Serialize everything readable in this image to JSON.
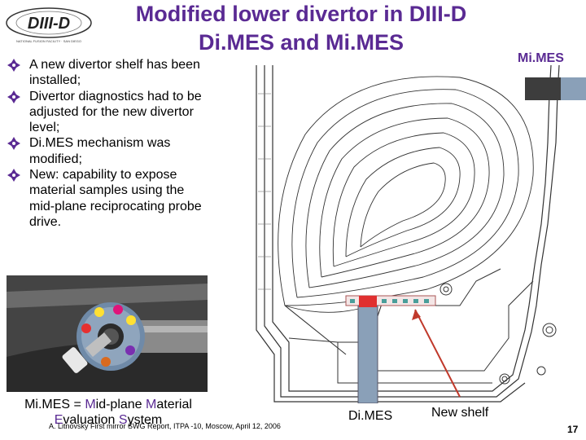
{
  "logo": {
    "text": "DIII-D",
    "subtext": "NATIONAL FUSION FACILITY · SAN DIEGO"
  },
  "title": {
    "line1": "Modified lower divertor in DIII-D",
    "line2": "Di.MES and Mi.MES"
  },
  "bullets": [
    {
      "icon": "diamond-bullet-icon",
      "text": "A new divertor shelf has been installed;"
    },
    {
      "icon": "diamond-bullet-icon",
      "text": "Divertor diagnostics had to be adjusted for the new divertor level;"
    },
    {
      "icon": "diamond-bullet-icon",
      "text": "Di.MES mechanism was modified;"
    },
    {
      "icon": "diamond-bullet-icon",
      "text": "New: capability to expose material samples using the mid-plane reciprocating probe drive."
    }
  ],
  "caption": {
    "line1_p1": "Mi.MES = ",
    "line1_p2": "M",
    "line1_p3": "id-plane ",
    "line1_p4": "M",
    "line1_p5": "aterial",
    "line2_p1": "E",
    "line2_p2": "valuation ",
    "line2_p3": "S",
    "line2_p4": "ystem"
  },
  "footer": "A. Litnovsky First mirror SWG Report, ITPA -10, Moscow, April 12, 2006",
  "labels": {
    "mimes": "Mi.MES",
    "dimes": "Di.MES",
    "new_shelf": "New shelf"
  },
  "page_number": "17",
  "colors": {
    "title": "#5a2a93",
    "highlight": "#5a2a93",
    "arrow": "#c0392b",
    "probe": "#8aa0b8"
  }
}
